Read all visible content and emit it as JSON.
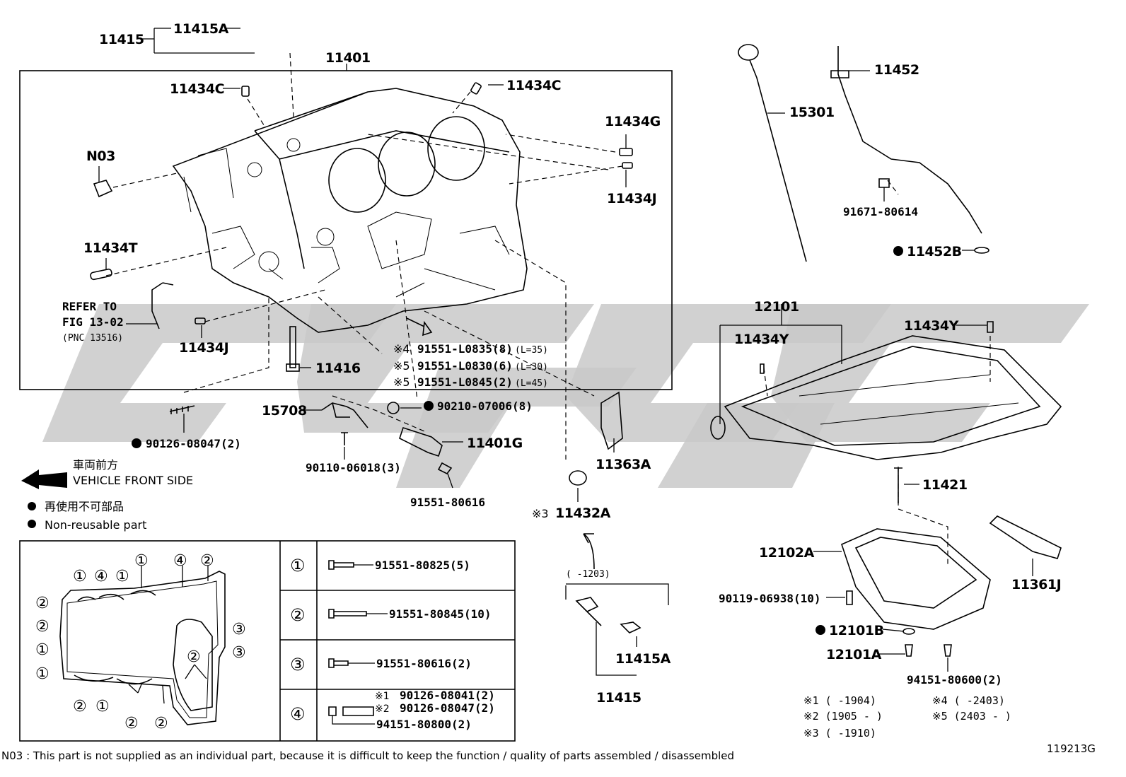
{
  "diagram_id": "119213G",
  "labels": {
    "p11415_top": "11415",
    "p11415A_top": "11415A",
    "p11401": "11401",
    "p11434C_left": "11434C",
    "p11434C_right": "11434C",
    "p11434G": "11434G",
    "p11434J_right": "11434J",
    "pN03": "N03",
    "p11434T": "11434T",
    "p11434J_left": "11434J",
    "p11416": "11416",
    "p15301": "15301",
    "p11452": "11452",
    "p91671": "91671-80614",
    "p11452B": "11452B",
    "p12101": "12101",
    "p11434Y_left": "11434Y",
    "p11434Y_right": "11434Y",
    "p11421": "11421",
    "p12102A": "12102A",
    "p11361J": "11361J",
    "p90119": "90119-06938(10)",
    "p12101B": "12101B",
    "p12101A": "12101A",
    "p94151_600": "94151-80600(2)",
    "p15708": "15708",
    "p90126_left": "90126-08047(2)",
    "p90110": "90110-06018(3)",
    "p11401G": "11401G",
    "p91551_616": "91551-80616",
    "p90210": "90210-07006(8)",
    "p11363A": "11363A",
    "p11432A": "11432A",
    "p11415A_low": "11415A",
    "p11415_low": "11415"
  },
  "refer_to": {
    "line1": "REFER TO",
    "line2": "FIG 13-02",
    "line3": "(PNC 13516)"
  },
  "bolt_notes": [
    {
      "mark": "※4",
      "part": "91551-L0835(8)",
      "len": "(L=35)"
    },
    {
      "mark": "※5",
      "part": "91551-L0830(6)",
      "len": "(L=30)"
    },
    {
      "mark": "※5",
      "part": "91551-L0845(2)",
      "len": "(L=45)"
    }
  ],
  "mark3": "※3",
  "range_1203": "(       -1203)",
  "legend": {
    "front_jp": "車両前方",
    "front_en": "VEHICLE FRONT SIDE",
    "nonreuse_jp": "再使用不可部品",
    "nonreuse_en": "Non-reusable part"
  },
  "bolt_table": {
    "circles": [
      "①",
      "②",
      "③",
      "④"
    ],
    "row1": "91551-80825(5)",
    "row2": "91551-80845(10)",
    "row3": "91551-80616(2)",
    "row4a_mark": "※1",
    "row4a": "90126-08041(2)",
    "row4b_mark": "※2",
    "row4b": "90126-08047(2)",
    "row4c": "94151-80800(2)"
  },
  "pan_callouts": {
    "top": [
      "①",
      "④",
      "①",
      "①",
      "④",
      "②"
    ],
    "left": [
      "②",
      "②",
      "①",
      "①"
    ],
    "right": [
      "③",
      "③"
    ],
    "bottom": [
      "②",
      "①",
      "②",
      "②"
    ],
    "inner": "②"
  },
  "footnotes": {
    "f1": "※1 (      -1904)",
    "f2": "※2 (1905  -      )",
    "f3": "※3 (      -1910)",
    "f4": "※4 (      -2403)",
    "f5": "※5 (2403  -      )"
  },
  "bottom_note": "N03 : This part is not supplied as an individual part, because it is difficult to keep the function / quality of parts  assembled / disassembled"
}
